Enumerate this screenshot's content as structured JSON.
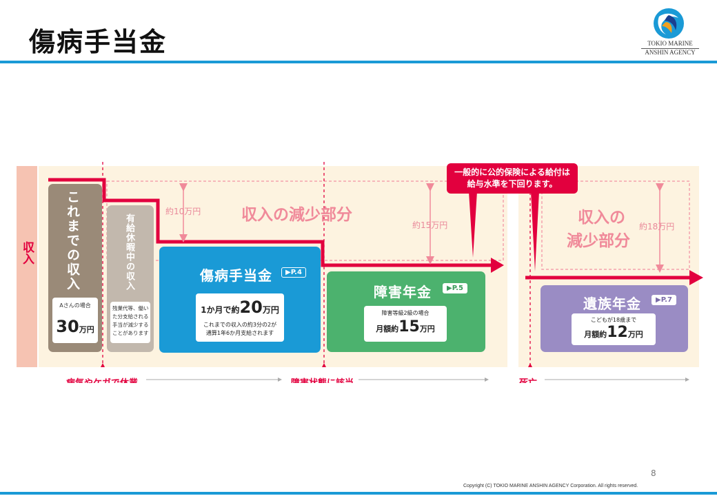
{
  "header": {
    "title": "傷病手当金"
  },
  "logo": {
    "line1": "TOKIO MARINE",
    "line2": "ANSHIN AGENCY"
  },
  "footer": {
    "page_number": "8",
    "copyright": "Copyright (C) TOKIO MARINE ANSHIN AGENCY Corporation. All rights reserved."
  },
  "diagram": {
    "income_label": "収入",
    "current_income": {
      "title": "これまでの収入",
      "case_label": "Aさんの場合",
      "amount": "30",
      "unit": "万円"
    },
    "paid_leave": {
      "title": "有給休暇中の収入",
      "note": "残業代等、働いた分支給される手当が減少することがあります"
    },
    "sickness": {
      "title": "傷病手当金",
      "page_ref": "▶P.4",
      "line1_prefix": "1か月で約",
      "line1_amount": "20",
      "line1_unit": "万円",
      "line2": "これまでの収入の約3分の2が",
      "line3": "通算1年6か月支給されます"
    },
    "disability": {
      "title": "障害年金",
      "page_ref": "▶P.5",
      "case_label": "障害等級2級の場合",
      "prefix": "月額約",
      "amount": "15",
      "unit": "万円"
    },
    "survivors": {
      "title": "遺族年金",
      "page_ref": "▶P.7",
      "case_label": "こどもが18歳まで",
      "prefix": "月額約",
      "amount": "12",
      "unit": "万円"
    },
    "decrease_label_1": "収入の減少部分",
    "decrease_label_2a": "収入の",
    "decrease_label_2b": "減少部分",
    "reduction_10": "約10万円",
    "reduction_15": "約15万円",
    "reduction_18": "約18万円",
    "callout_line1": "一般的に公的保険による給付は",
    "callout_line2": "給与水準を下回ります。",
    "timeline": {
      "event1": "病気やケガで休業",
      "event2": "障害状態に該当",
      "event3": "死亡"
    }
  },
  "colors": {
    "accent_red": "#e2003e",
    "blue": "#1a9ad6",
    "green": "#4cb26e",
    "purple": "#9a8cc4",
    "brown": "#9a8a78",
    "gray": "#c2b8ad",
    "cream": "#fdf3e0"
  }
}
